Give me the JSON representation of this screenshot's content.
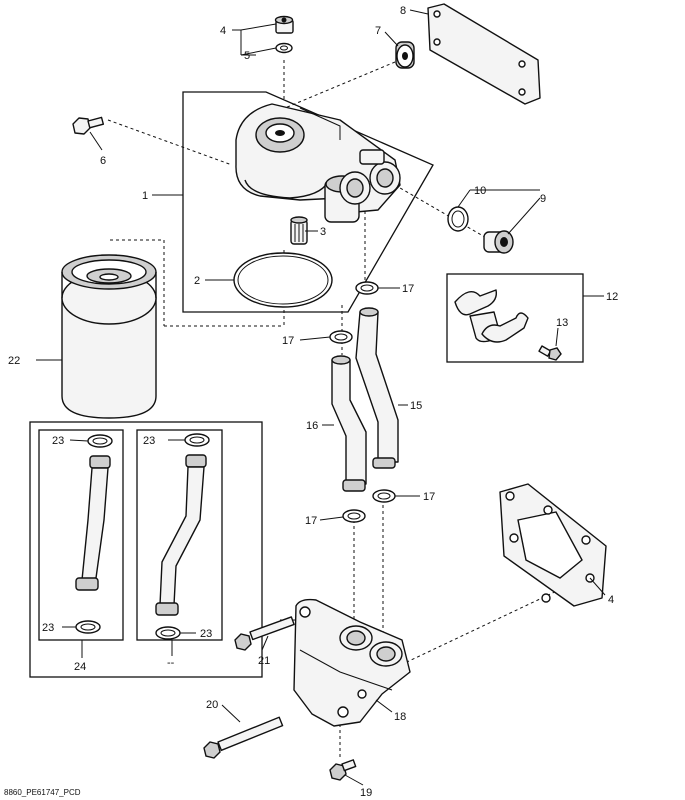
{
  "callouts": {
    "c1": "1",
    "c2": "2",
    "c3": "3",
    "c4": "4",
    "c5": "5",
    "c6": "6",
    "c7": "7",
    "c8": "8",
    "c9": "9",
    "c10": "10",
    "c12": "12",
    "c13": "13",
    "c14": "4",
    "c15": "15",
    "c16": "16",
    "c17a": "17",
    "c17b": "17",
    "c17c": "17",
    "c17d": "17",
    "c18": "18",
    "c19": "19",
    "c20": "20",
    "c21": "21",
    "c22": "22",
    "c23a": "23",
    "c23b": "23",
    "c23c": "23",
    "c23d": "23",
    "c24": "24",
    "c25": "--"
  },
  "footer": {
    "image_code": "8860_PE61747_PCD"
  }
}
